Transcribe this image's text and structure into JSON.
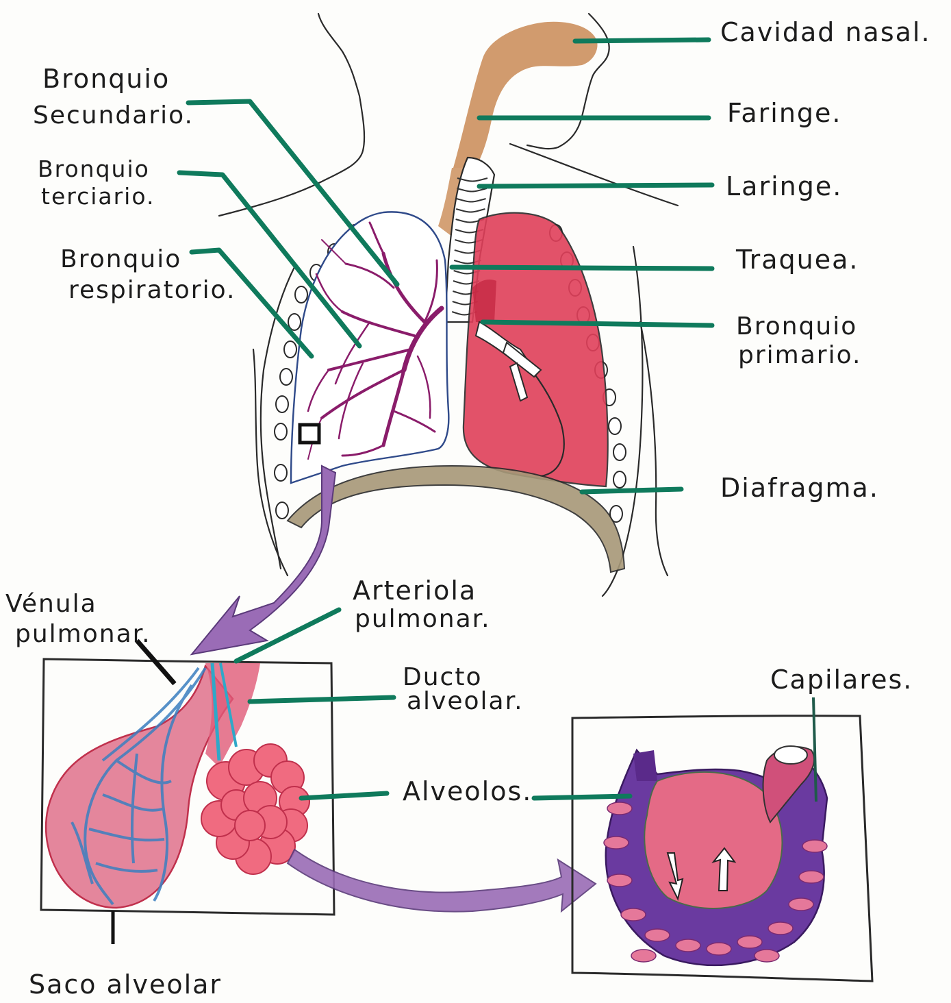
{
  "labels": {
    "cavidad_nasal": "Cavidad nasal.",
    "faringe": "Faringe.",
    "laringe": "Laringe.",
    "traquea": "Traquea.",
    "bronquio_primario_1": "Bronquio",
    "bronquio_primario_2": "primario.",
    "diafragma": "Diafragma.",
    "bronquio_secundario_1": "Bronquio",
    "bronquio_secundario_2": "Secundario.",
    "bronquio_terciario_1": "Bronquio",
    "bronquio_terciario_2": "terciario.",
    "bronquio_respiratorio_1": "Bronquio",
    "bronquio_respiratorio_2": "respiratorio.",
    "venula_1": "Vénula",
    "venula_2": "pulmonar.",
    "arteriola_1": "Arteriola",
    "arteriola_2": "pulmonar.",
    "ducto_1": "Ducto",
    "ducto_2": "alveolar.",
    "alveolos": "Alveolos.",
    "capilares": "Capilares.",
    "saco_alveolar": "Saco alveolar"
  },
  "colors": {
    "leader": "#0f7a5c",
    "nasal": "#c98a55",
    "lung_right": "#e0405a",
    "bronchi_tree": "#8a1c6a",
    "diaphragm": "#a79878",
    "arrow": "#9a6cb6",
    "venule": "#3b7fc0",
    "capillary_wall": "#5a2a8a"
  }
}
